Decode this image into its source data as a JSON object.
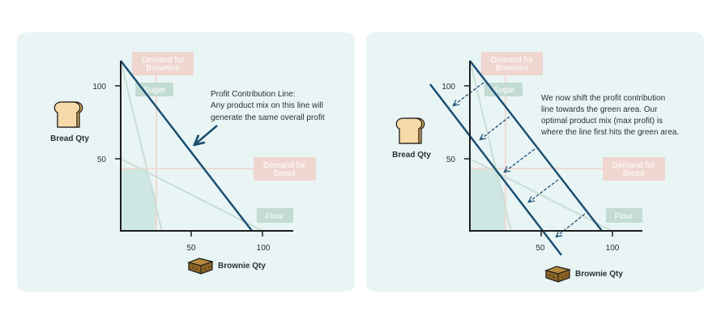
{
  "colors": {
    "panel_bg": "#e9f5f5",
    "axis": "#1d1d1d",
    "profit_line": "#1b4f72",
    "constraint_line": "#c9ded6",
    "demand_line": "#f0d9d3",
    "demand_box": "#efd6cf",
    "resource_box": "#c2dbd3",
    "feasible_area": "#cfe7e2",
    "box_text": "#ffffff",
    "text": "#2a2f33",
    "bread_fill": "#f8d9a8",
    "bread_crust": "#e8b35c",
    "brownie_top": "#b68a3c",
    "brownie_side": "#8a6325"
  },
  "panels": [
    {
      "id": "left",
      "y_axis_label": "Bread Qty",
      "x_axis_label": "Brownie Qty",
      "y_ticks": [
        "100",
        "50"
      ],
      "x_ticks": [
        "50",
        "100"
      ],
      "labels": {
        "demand_brownies": [
          "Demand for",
          "Brownies"
        ],
        "sugar": "Sugar",
        "demand_bread": [
          "Demand for",
          "Bread"
        ],
        "flour": "Flour"
      },
      "annotation": [
        "Profit Contribution Line:",
        "Any product mix on this line will",
        "generate the same overall profit"
      ]
    },
    {
      "id": "right",
      "y_axis_label": "Bread Qty",
      "x_axis_label": "Brownie Qty",
      "y_ticks": [
        "100",
        "50"
      ],
      "x_ticks": [
        "50",
        "100"
      ],
      "labels": {
        "demand_brownies": [
          "Demand for",
          "Brownies"
        ],
        "sugar": "Sugar",
        "demand_bread": [
          "Demand for",
          "Bread"
        ],
        "flour": "Flour"
      },
      "annotation": [
        "We now shift the profit contribution",
        "line towards the green area. Our",
        "optimal product mix (max profit) is",
        "where the line first hits the green area."
      ]
    }
  ],
  "chart_data": {
    "type": "linear-programming-diagram",
    "xlabel": "Brownie Qty",
    "ylabel": "Bread Qty",
    "xlim": [
      0,
      121
    ],
    "ylim": [
      0,
      117
    ],
    "x_ticks": [
      50,
      100
    ],
    "y_ticks": [
      50,
      100
    ],
    "constraints": [
      {
        "name": "Sugar",
        "from": [
          0,
          117
        ],
        "to": [
          29,
          0
        ]
      },
      {
        "name": "Flour",
        "from": [
          0,
          50
        ],
        "to": [
          100,
          0
        ]
      },
      {
        "name": "Demand for Brownies",
        "x": 25
      },
      {
        "name": "Demand for Bread",
        "y": 43
      }
    ],
    "profit_line": {
      "from": [
        0,
        117
      ],
      "to": [
        92,
        0
      ]
    },
    "shifted_profit_line": {
      "from": [
        -27,
        100
      ],
      "to": [
        63,
        -17
      ]
    }
  }
}
